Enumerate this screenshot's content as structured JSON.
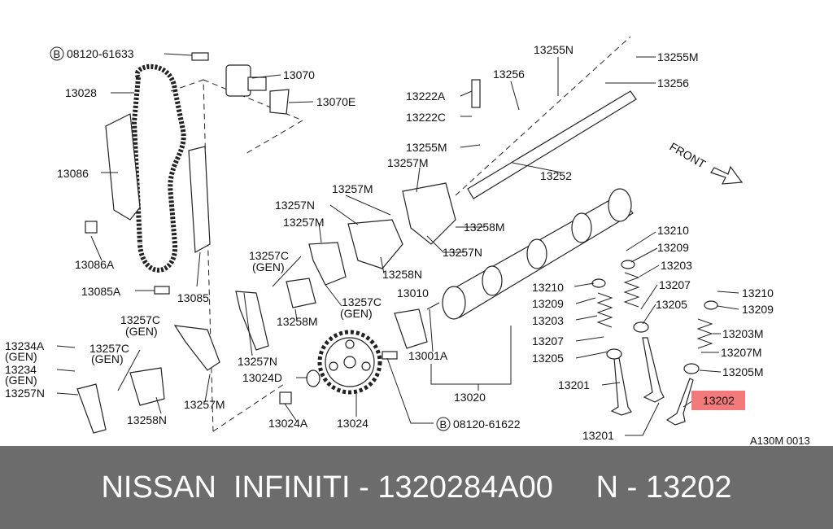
{
  "diagram": {
    "code": "A130M 0013",
    "front_label": "FRONT",
    "highlight_color": "#f27a7a",
    "footer_bg": "#6c6c6c",
    "labels": {
      "bolt_top": "08120-61633",
      "bolt_bottom": "08120-61622",
      "bolt_marker": "B",
      "p13070": "13070",
      "p13070e": "13070E",
      "p13028": "13028",
      "p13086": "13086",
      "p13086a": "13086A",
      "p13085a": "13085A",
      "p13085": "13085",
      "p13222a": "13222A",
      "p13222c": "13222C",
      "p13256a": "13256",
      "p13255n": "13255N",
      "p13255m_top": "13255M",
      "p13256b": "13256",
      "p13255m": "13255M",
      "p13257m_a": "13257M",
      "p13252": "13252",
      "p13257n_a": "13257N",
      "p13257m_b": "13257M",
      "p13257m_c": "13257M",
      "p13258m_a": "13258M",
      "p13257n_b": "13257N",
      "p13258n_a": "13258N",
      "p13257c_a": "13257C",
      "gen_a": "(GEN)",
      "p13257c_b": "13257C",
      "gen_b": "(GEN)",
      "p13258m_b": "13258M",
      "p13010": "13010",
      "p13257c_c": "13257C",
      "gen_c": "(GEN)",
      "p13234a": "13234A",
      "gen_d": "(GEN)",
      "p13234": "13234",
      "gen_e": "(GEN)",
      "p13257c_d": "13257C",
      "gen_f": "(GEN)",
      "p13257n_c": "13257N",
      "p13257n_d": "13257N",
      "p13258n_b": "13258N",
      "p13257m_d": "13257M",
      "p13024d": "13024D",
      "p13024a": "13024A",
      "p13024": "13024",
      "p13001a": "13001A",
      "p13020": "13020",
      "p13210_a": "13210",
      "p13209_a": "13209",
      "p13203_a": "13203",
      "p13207_a": "13207",
      "p13205_a": "13205",
      "p13210_b": "13210",
      "p13209_b": "13209",
      "p13203_b": "13203",
      "p13207_b": "13207",
      "p13205_b": "13205",
      "p13210_c": "13210",
      "p13209_c": "13209",
      "p13203m": "13203M",
      "p13207m": "13207M",
      "p13205m": "13205M",
      "p13201_a": "13201",
      "p13201_b": "13201",
      "p13202": "13202"
    }
  },
  "footer": {
    "text": "NISSAN  INFINITI - 1320284A00     N - 13202"
  }
}
